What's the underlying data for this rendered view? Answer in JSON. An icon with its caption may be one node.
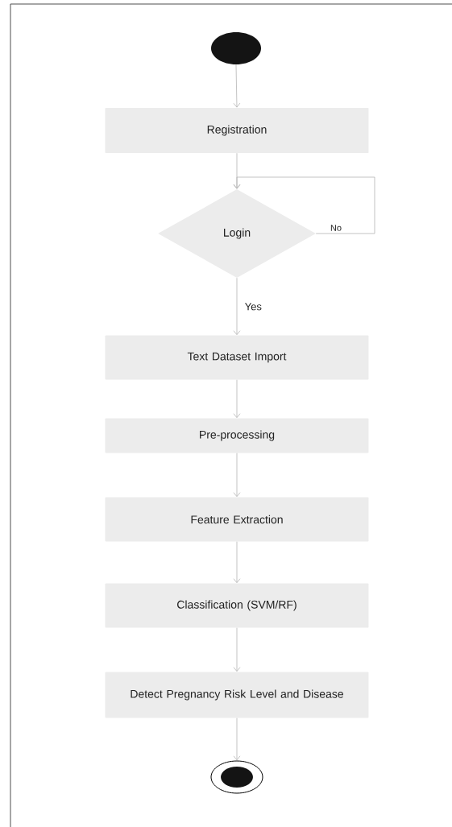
{
  "diagram": {
    "nodes": [
      {
        "text": [],
        "shape": "circle"
      },
      {
        "text": [
          "Registration"
        ]
      },
      {
        "text": [
          "Login"
        ]
      },
      {
        "text": [
          "Text Dataset Import"
        ]
      },
      {
        "text": [
          "Pre-processing"
        ]
      },
      {
        "text": [
          "Feature Extraction"
        ]
      },
      {
        "text": [
          "Classification (SVM/RF)"
        ]
      },
      {
        "text": [
          "Detect  Pregnancy Risk Level and Disease"
        ]
      },
      {
        "text": [],
        "shape": "circle"
      }
    ],
    "edges": [
      {
        "from": 0,
        "to": 1,
        "arrow": "to"
      },
      {
        "from": 1,
        "to": 2,
        "arrow": "to"
      },
      {
        "from": 2,
        "to": 2,
        "arrow": "to",
        "label": "No"
      },
      {
        "from": 2,
        "to": 3,
        "arrow": "to",
        "label": "Yes"
      },
      {
        "from": 3,
        "to": 4,
        "arrow": "to"
      },
      {
        "from": 4,
        "to": 5,
        "arrow": "to"
      },
      {
        "from": 5,
        "to": 6,
        "arrow": "to"
      },
      {
        "from": 6,
        "to": 7,
        "arrow": "to"
      },
      {
        "from": 7,
        "to": 8,
        "arrow": "to"
      }
    ]
  }
}
